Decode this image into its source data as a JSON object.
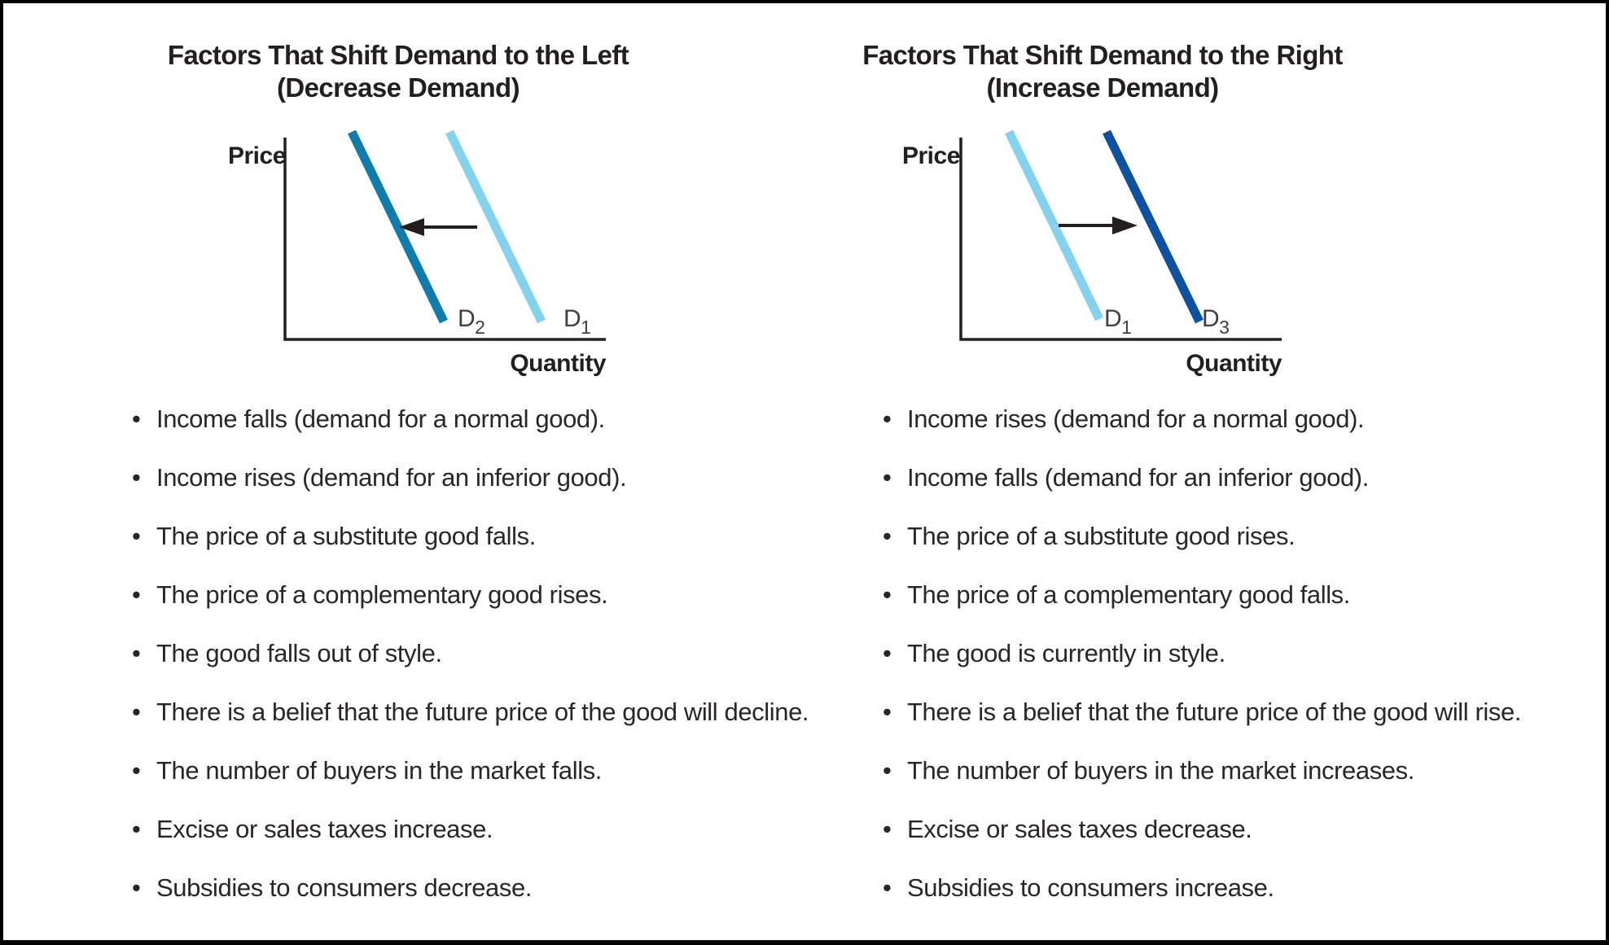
{
  "figure": {
    "text_color": "#231f20",
    "curve_label_color": "#404043",
    "panels": [
      {
        "title_line1": "Factors That Shift Demand to the Left",
        "title_line2": "(Decrease Demand)",
        "chart": {
          "type": "line",
          "ylabel": "Price",
          "xlabel": "Quantity",
          "arrow_direction": "left",
          "curves": [
            {
              "label": "D",
              "subscript": "2",
              "color": "#0f7cab",
              "role": "shifted-demand-curve"
            },
            {
              "label": "D",
              "subscript": "1",
              "color": "#85d2ee",
              "role": "original-demand-curve"
            }
          ]
        },
        "bullets": [
          "Income falls (demand for a normal good).",
          "Income rises (demand for an inferior good).",
          "The price of a substitute good falls.",
          "The price of a complementary good rises.",
          "The good falls out of style.",
          "There is a belief that the future price of the good will decline.",
          "The number of buyers in the market falls.",
          "Excise or sales taxes increase.",
          "Subsidies to consumers decrease."
        ]
      },
      {
        "title_line1": "Factors That Shift Demand to the Right",
        "title_line2": "(Increase Demand)",
        "chart": {
          "type": "line",
          "ylabel": "Price",
          "xlabel": "Quantity",
          "arrow_direction": "right",
          "curves": [
            {
              "label": "D",
              "subscript": "1",
              "color": "#85d2ee",
              "role": "original-demand-curve"
            },
            {
              "label": "D",
              "subscript": "3",
              "color": "#0d51a0",
              "role": "shifted-demand-curve"
            }
          ]
        },
        "bullets": [
          "Income rises (demand for a normal good).",
          "Income falls (demand for an inferior good).",
          "The price of a substitute good rises.",
          "The price of a complementary good falls.",
          "The good is currently in style.",
          "There is a belief that the future price of the good will rise.",
          "The number of buyers in the market increases.",
          "Excise or sales taxes decrease.",
          "Subsidies to consumers increase."
        ]
      }
    ]
  }
}
